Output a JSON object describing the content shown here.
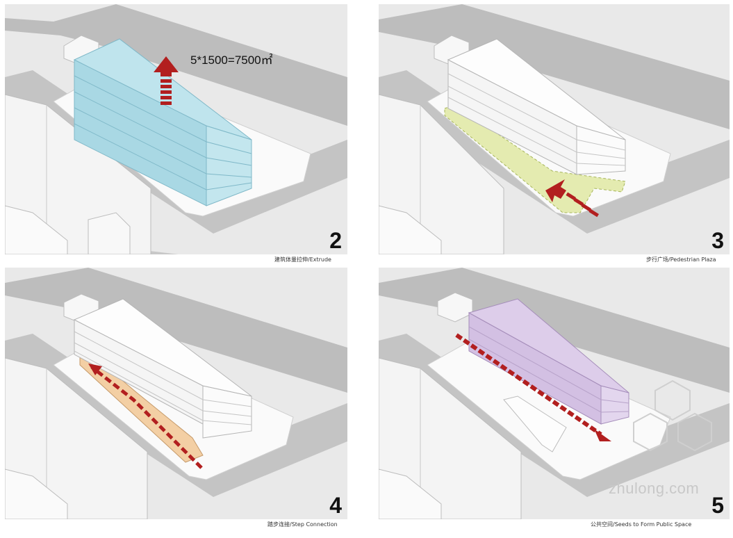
{
  "panels": [
    {
      "number": "2",
      "caption": "建筑体量拉伸/Extrude",
      "mass_color": "#b9e1ea"
    },
    {
      "number": "3",
      "caption": "步行广场/Pedestrian Plaza",
      "plaza_color": "#e4ebb0"
    },
    {
      "number": "4",
      "caption": "踏步连接/Step Connection",
      "ramp_color": "#f3cfa4"
    },
    {
      "number": "5",
      "caption": "公共空间/Seeds to Form Public Space",
      "mass_color": "#ddcdea"
    }
  ],
  "formula": "5*1500=7500㎡",
  "arrow_color": "#b21f1f",
  "watermark": "zhulong.com"
}
